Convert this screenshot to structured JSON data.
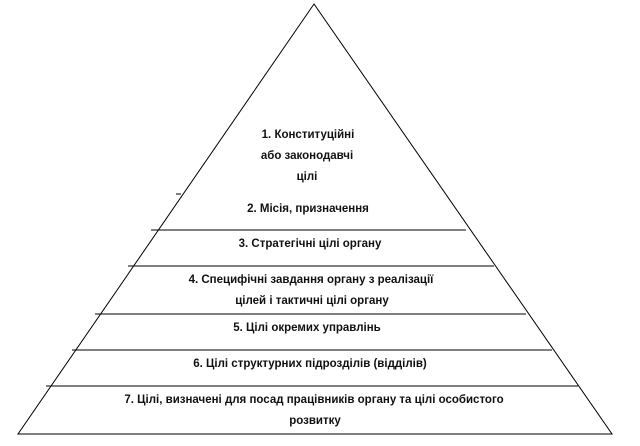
{
  "diagram": {
    "levels": [
      {
        "lines": [
          "1. Конституційні",
          "або законодавчі",
          "цілі"
        ]
      },
      {
        "lines": [
          "2. Місія, призначення"
        ]
      },
      {
        "lines": [
          "3. Стратегічні цілі органу"
        ]
      },
      {
        "lines": [
          "4. Специфічні завдання органу з реалізації",
          "цілей і тактичні цілі органу"
        ]
      },
      {
        "lines": [
          "5. Цілі окремих управлінь"
        ]
      },
      {
        "lines": [
          "6. Цілі структурних підрозділів (відділів)"
        ]
      },
      {
        "lines": [
          "7. Цілі, визначені для посад працівників органу та цілі особистого",
          "розвитку"
        ]
      }
    ]
  }
}
